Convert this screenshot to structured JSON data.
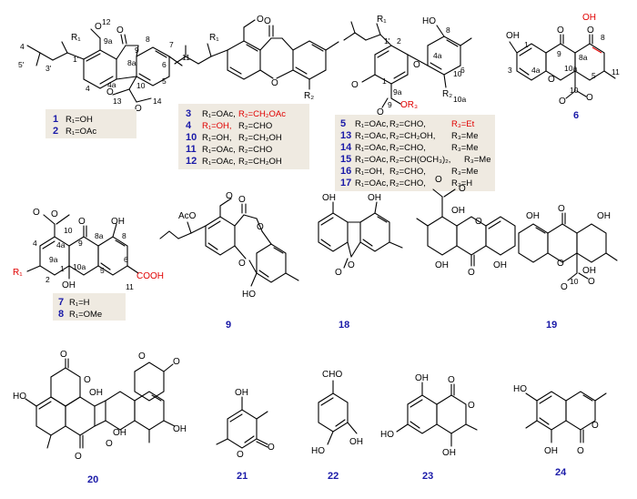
{
  "compounds": {
    "c1": {
      "id": "1",
      "sub": "R₁=OH"
    },
    "c2": {
      "id": "2",
      "sub": "R₁=OAc"
    },
    "c3": {
      "id": "3",
      "r1": "R₁=OAc,",
      "r2": "R₂=CH₂OAc"
    },
    "c4": {
      "id": "4",
      "r1": "R₁=OH,",
      "r2": "R₂=CHO"
    },
    "c10": {
      "id": "10",
      "r1": "R₁=OH,",
      "r2": "R₂=CH₂OH"
    },
    "c11": {
      "id": "11",
      "r1": "R₁=OAc,",
      "r2": "R₂=CHO"
    },
    "c12": {
      "id": "12",
      "r1": "R₁=OAc,",
      "r2": "R₂=CH₂OH"
    },
    "c5": {
      "id": "5",
      "r1": "R₁=OAc,",
      "r2": "R₂=CHO,",
      "r3": "R₃=Et"
    },
    "c13": {
      "id": "13",
      "r1": "R₁=OAc,",
      "r2": "R₂=CH₂OH,",
      "r3": "R₃=Me"
    },
    "c14": {
      "id": "14",
      "r1": "R₁=OAc,",
      "r2": "R₂=CHO,",
      "r3": "R₃=Me"
    },
    "c15": {
      "id": "15",
      "r1": "R₁=OAc,",
      "r2": "R₂=CH(OCH₃)₂,",
      "r3": "R₃=Me"
    },
    "c16": {
      "id": "16",
      "r1": "R₁=OH,",
      "r2": "R₂=CHO,",
      "r3": "R₃=Me"
    },
    "c17": {
      "id": "17",
      "r1": "R₁=OAc,",
      "r2": "R₂=CHO,",
      "r3": "R₃=H"
    },
    "c6": {
      "id": "6"
    },
    "c7": {
      "id": "7",
      "sub": "R₁=H"
    },
    "c8": {
      "id": "8",
      "sub": "R₁=OMe"
    },
    "c9": {
      "id": "9"
    },
    "c18": {
      "id": "18"
    },
    "c19": {
      "id": "19"
    },
    "c20": {
      "id": "20"
    },
    "c21": {
      "id": "21"
    },
    "c22": {
      "id": "22"
    },
    "c23": {
      "id": "23"
    },
    "c24": {
      "id": "24"
    }
  },
  "labels": {
    "oh": "OH",
    "o": "O",
    "ho": "HO",
    "ome": "O",
    "r1": "R₁",
    "r2": "R₂",
    "or3": "OR₃",
    "aco": "AcO",
    "cooh": "COOH",
    "cho": "CHO"
  },
  "numbers": {
    "n12": "12",
    "n9a": "9a",
    "n9": "9",
    "n8": "8",
    "n8a": "8a",
    "n7": "7",
    "n6": "6",
    "n11": "11",
    "n5": "5",
    "n4a": "4a",
    "n10": "10",
    "n10a": "10a",
    "n13": "13",
    "n14": "14",
    "n4": "4",
    "n1p": "1'",
    "n3p": "3'",
    "n5p": "5'",
    "n1": "1",
    "n2": "2",
    "n3": "3",
    "n10aw": "10a"
  },
  "colors": {
    "id_blue": "#1a1aa8",
    "highlight_red": "#e00000",
    "box_fill": "#efeae1"
  }
}
